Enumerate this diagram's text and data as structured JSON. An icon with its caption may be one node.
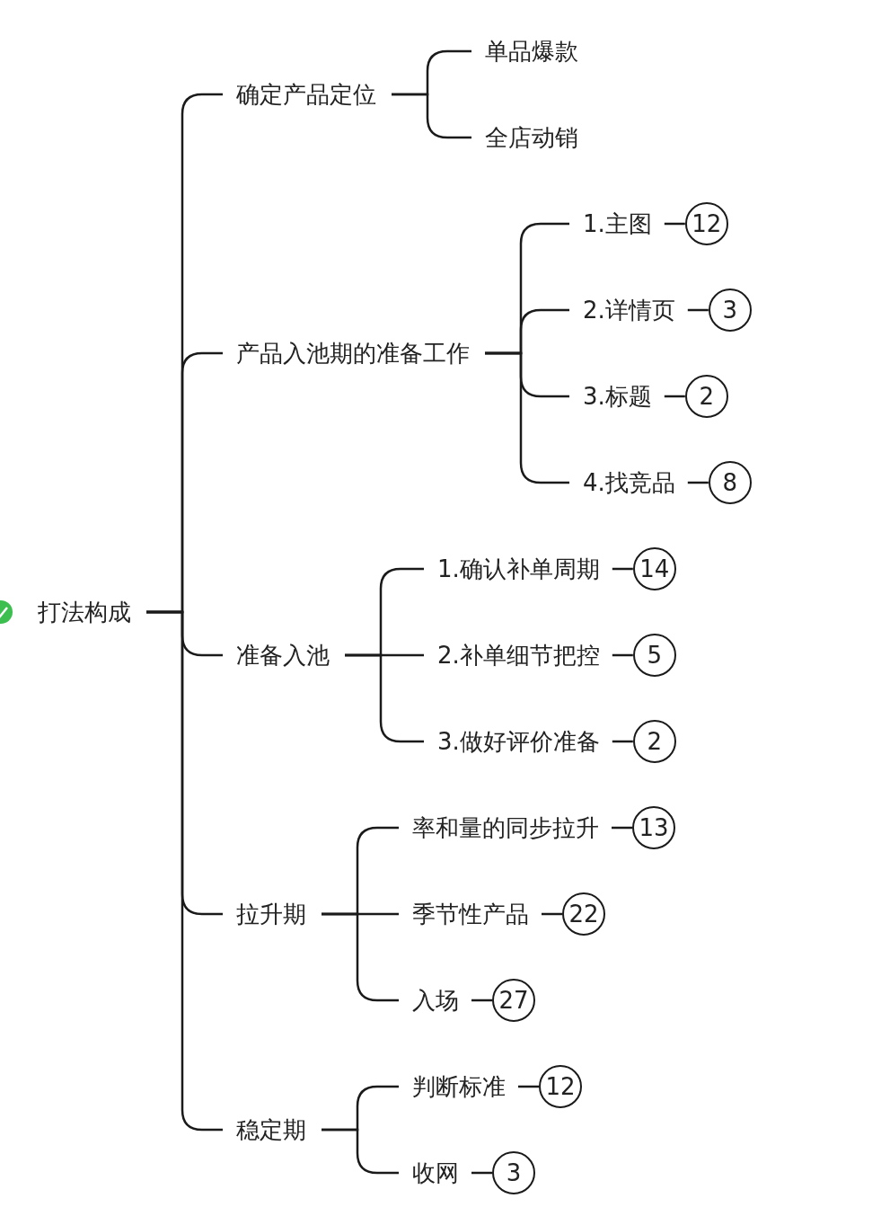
{
  "diagram": {
    "nodes": [
      {
        "text": [
          "打法构成"
        ]
      },
      {
        "text": [
          "确定产品定位"
        ]
      },
      {
        "text": [
          "单品爆款"
        ]
      },
      {
        "text": [
          "全店动销"
        ]
      },
      {
        "text": [
          "产品入池期的准备工作"
        ]
      },
      {
        "text": [
          "1.主图"
        ]
      },
      {
        "text": [
          "12"
        ]
      },
      {
        "text": [
          "2.详情页"
        ]
      },
      {
        "text": [
          "3"
        ]
      },
      {
        "text": [
          "3.标题"
        ]
      },
      {
        "text": [
          "2"
        ]
      },
      {
        "text": [
          "4.找竞品"
        ]
      },
      {
        "text": [
          "8"
        ]
      },
      {
        "text": [
          "准备入池"
        ]
      },
      {
        "text": [
          "1.确认补单周期"
        ]
      },
      {
        "text": [
          "14"
        ]
      },
      {
        "text": [
          "2.补单细节把控"
        ]
      },
      {
        "text": [
          "5"
        ]
      },
      {
        "text": [
          "3.做好评价准备"
        ]
      },
      {
        "text": [
          "2"
        ]
      },
      {
        "text": [
          "拉升期"
        ]
      },
      {
        "text": [
          "率和量的同步拉升"
        ]
      },
      {
        "text": [
          "13"
        ]
      },
      {
        "text": [
          "季节性产品"
        ]
      },
      {
        "text": [
          "22"
        ]
      },
      {
        "text": [
          "入场"
        ]
      },
      {
        "text": [
          "27"
        ]
      },
      {
        "text": [
          "稳定期"
        ]
      },
      {
        "text": [
          "判断标准"
        ]
      },
      {
        "text": [
          "12"
        ]
      },
      {
        "text": [
          "收网"
        ]
      },
      {
        "text": [
          "3"
        ]
      }
    ],
    "edges": [
      {
        "from": 0,
        "to": 1,
        "arrow": "none"
      },
      {
        "from": 0,
        "to": 4,
        "arrow": "none"
      },
      {
        "from": 0,
        "to": 13,
        "arrow": "none"
      },
      {
        "from": 0,
        "to": 20,
        "arrow": "none"
      },
      {
        "from": 0,
        "to": 27,
        "arrow": "none"
      },
      {
        "from": 1,
        "to": 2,
        "arrow": "none"
      },
      {
        "from": 1,
        "to": 3,
        "arrow": "none"
      },
      {
        "from": 4,
        "to": 5,
        "arrow": "none"
      },
      {
        "from": 4,
        "to": 7,
        "arrow": "none"
      },
      {
        "from": 4,
        "to": 9,
        "arrow": "none"
      },
      {
        "from": 4,
        "to": 11,
        "arrow": "none"
      },
      {
        "from": 5,
        "to": 6,
        "arrow": "none"
      },
      {
        "from": 7,
        "to": 8,
        "arrow": "none"
      },
      {
        "from": 9,
        "to": 10,
        "arrow": "none"
      },
      {
        "from": 11,
        "to": 12,
        "arrow": "none"
      },
      {
        "from": 13,
        "to": 14,
        "arrow": "none"
      },
      {
        "from": 13,
        "to": 16,
        "arrow": "none"
      },
      {
        "from": 13,
        "to": 18,
        "arrow": "none"
      },
      {
        "from": 14,
        "to": 15,
        "arrow": "none"
      },
      {
        "from": 16,
        "to": 17,
        "arrow": "none"
      },
      {
        "from": 18,
        "to": 19,
        "arrow": "none"
      },
      {
        "from": 20,
        "to": 21,
        "arrow": "none"
      },
      {
        "from": 20,
        "to": 23,
        "arrow": "none"
      },
      {
        "from": 20,
        "to": 25,
        "arrow": "none"
      },
      {
        "from": 21,
        "to": 22,
        "arrow": "none"
      },
      {
        "from": 23,
        "to": 24,
        "arrow": "none"
      },
      {
        "from": 25,
        "to": 26,
        "arrow": "none"
      },
      {
        "from": 27,
        "to": 28,
        "arrow": "none"
      },
      {
        "from": 27,
        "to": 30,
        "arrow": "none"
      },
      {
        "from": 28,
        "to": 29,
        "arrow": "none"
      },
      {
        "from": 30,
        "to": 31,
        "arrow": "none"
      }
    ]
  }
}
